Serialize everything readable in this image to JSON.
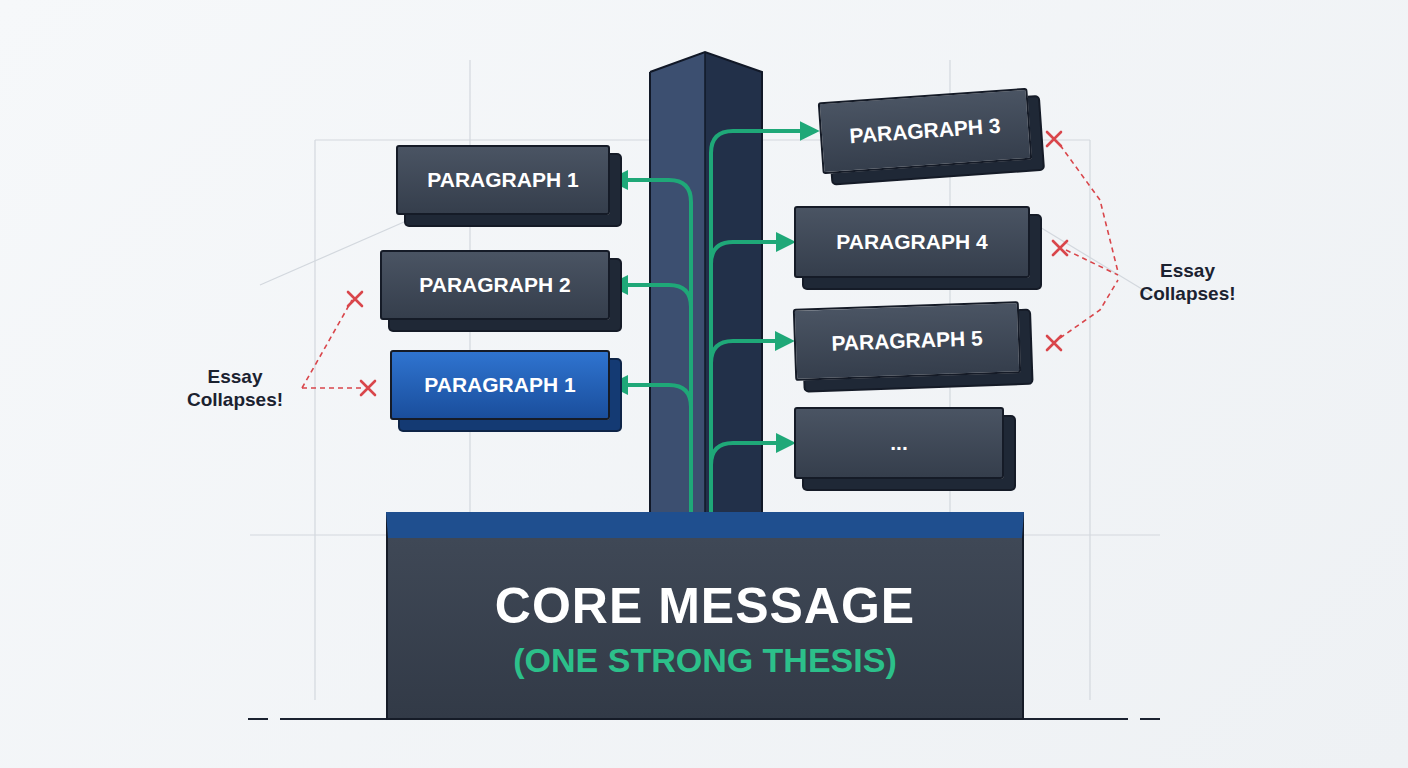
{
  "diagram": {
    "nodes": [
      {
        "text": [
          "CORE MESSAGE",
          "(ONE STRONG THESIS)"
        ]
      },
      {
        "text": [
          "PARAGRAPH 1"
        ]
      },
      {
        "text": [
          "PARAGRAPH 2"
        ]
      },
      {
        "text": [
          "PARAGRAPH 1"
        ]
      },
      {
        "text": [
          "PARAGRAPH 3"
        ]
      },
      {
        "text": [
          "PARAGRAPH 4"
        ]
      },
      {
        "text": [
          "PARAGRAPH 5"
        ]
      },
      {
        "text": [
          "..."
        ]
      }
    ],
    "edges": [
      {
        "from": 0,
        "to": 1,
        "arrow": "to"
      },
      {
        "from": 0,
        "to": 2,
        "arrow": "to"
      },
      {
        "from": 0,
        "to": 3,
        "arrow": "to"
      },
      {
        "from": 0,
        "to": 4,
        "arrow": "to"
      },
      {
        "from": 0,
        "to": 5,
        "arrow": "to"
      },
      {
        "from": 0,
        "to": 6,
        "arrow": "to"
      },
      {
        "from": 0,
        "to": 7,
        "arrow": "to"
      }
    ],
    "labels": [
      "Essay Collapses!",
      "Essay Collapses!"
    ]
  }
}
